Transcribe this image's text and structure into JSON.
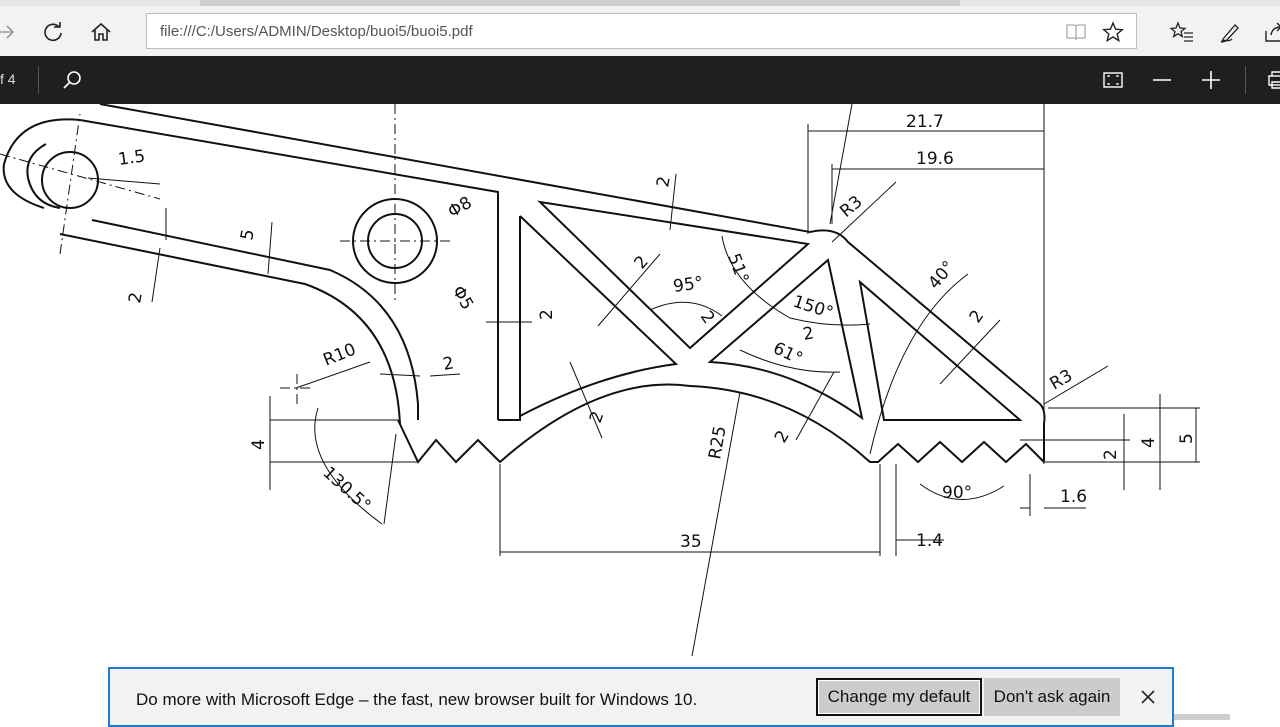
{
  "browser": {
    "address_url": "file:///C:/Users/ADMIN/Desktop/buoi5/buoi5.pdf",
    "icons": {
      "forward": "forward-arrow-icon",
      "refresh": "refresh-icon",
      "home": "home-icon",
      "reading_view": "reading-view-icon",
      "favorite": "star-icon",
      "favorites_hub": "favorites-hub-icon",
      "notes": "pen-icon",
      "share": "share-icon"
    }
  },
  "pdf_toolbar": {
    "page_indicator": "f 4",
    "icons": [
      "search-icon",
      "fit-page-icon",
      "zoom-out-icon",
      "zoom-in-icon",
      "print-icon"
    ]
  },
  "drawing": {
    "dimensions": {
      "d_1_5": "1.5",
      "d_5": "5",
      "d_2_left": "2",
      "phi8": "Φ8",
      "phi5": "Φ5",
      "r10": "R10",
      "d_2_arc": "2",
      "d_4_left": "4",
      "a_130_5": "130.5°",
      "d_2_top": "2",
      "d_2_mid": "2",
      "d_2_web": "2",
      "a_95": "95°",
      "d_2_inner": "2",
      "a_51": "51°",
      "d_2_bottom": "2",
      "r25": "R25",
      "d_35": "35",
      "d_21_7": "21.7",
      "d_19_6": "19.6",
      "r3_top": "R3",
      "a_150": "150°",
      "d_2_right": "2",
      "a_61": "61°",
      "d_2_low": "2",
      "a_40": "40°",
      "d_2_diag": "2",
      "r3_right": "R3",
      "d_2_tooth": "2",
      "d_4_right": "4",
      "d_5_right": "5",
      "a_90": "90°",
      "d_1_6": "1.6",
      "d_1_4": "1.4"
    }
  },
  "notification": {
    "message": "Do more with Microsoft Edge – the fast, new browser built for Windows 10.",
    "change_default_label": "Change my default",
    "dont_ask_label": "Don't ask again",
    "close_icon": "close-icon"
  }
}
